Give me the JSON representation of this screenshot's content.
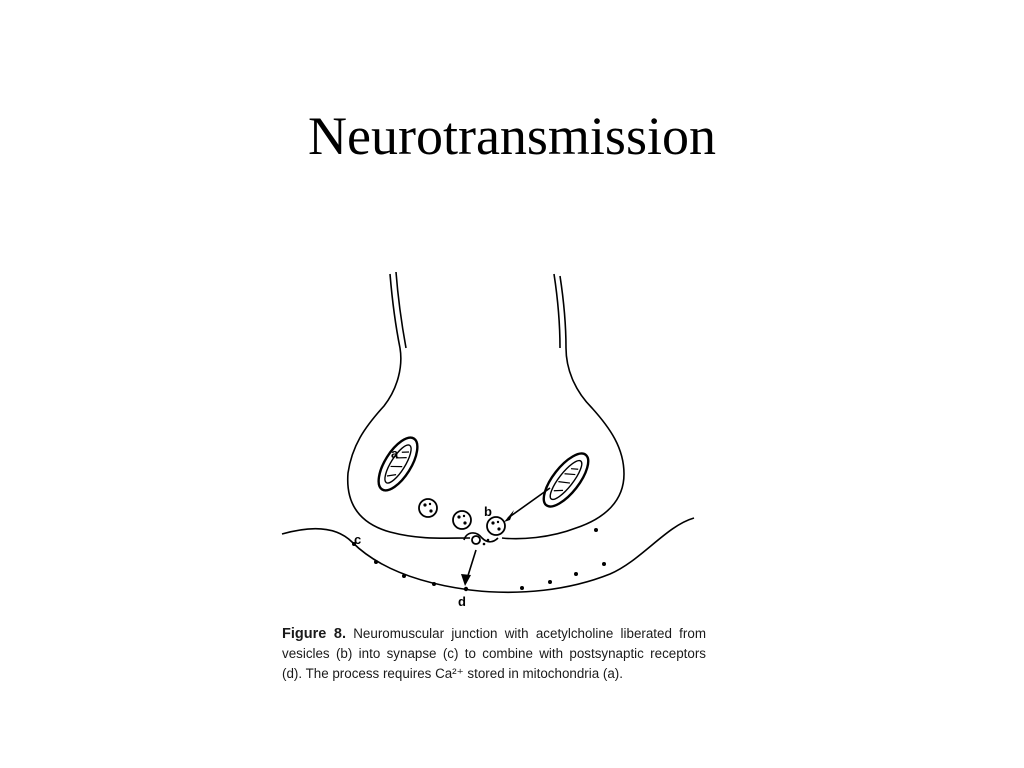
{
  "slide": {
    "title": "Neurotransmission"
  },
  "figure": {
    "labels": {
      "a": "a",
      "b": "b",
      "c": "c",
      "d": "d"
    },
    "caption": {
      "lead": "Figure 8.",
      "text": "Neuromuscular junction with acetylcholine liberated from vesicles (b) into synapse (c) to combine with postsynaptic receptors (d). The process requires Ca²⁺ stored in mitochondria (a)."
    }
  }
}
